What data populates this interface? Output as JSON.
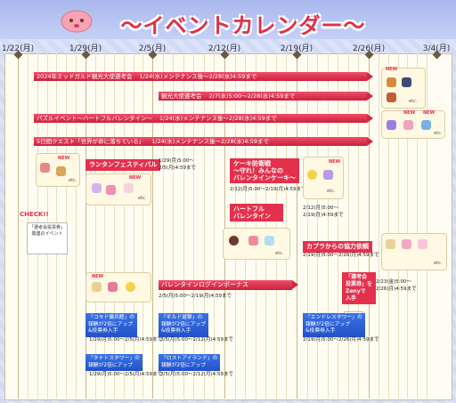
{
  "header": {
    "title": "〜イベントカレンダー〜"
  },
  "dates": [
    "1/22(月)",
    "1/29(月)",
    "2/5(月)",
    "2/12(月)",
    "2/19(月)",
    "2/26(月)",
    "3/4(月)"
  ],
  "events": {
    "e1": {
      "name": "2024年ミッドガルド観光大使選考会",
      "date": "1/24(水)メンテナンス後〜2/28(水)4:59まで"
    },
    "e2": {
      "name": "観光大使選考会",
      "date": "2/7(水)5:00〜2/28(水)4:59まで"
    },
    "e3": {
      "name": "パズルイベント〜ハートフルバレンタイン〜",
      "date": "1/24(水)メンテナンス後〜2/28(水)4:59まで"
    },
    "e4": {
      "name": "5日間クエスト「世界が命に落ちている」",
      "date": "1/24(水)メンテナンス後〜2/28(水)4:59まで"
    },
    "e5": {
      "name": "ランタンフェスティバル",
      "date1": "1/29(月)5:00〜",
      "date2": "2/5(月)4:59まで"
    },
    "e6": {
      "name": "ケーキ防衛戦\n〜守れ！みんなの\nバレンタインケーキ〜",
      "date": "2/12(月)5:00〜2/19(月)4:59まで"
    },
    "e7": {
      "name": "ハートフル\nバレンタイン",
      "date1": "2/12(月)5:00〜",
      "date2": "2/19(月)4:59まで"
    },
    "e8": {
      "name": "カプラからの協力依頼",
      "date": "2/19(月)5:00〜2/26(月)4:59まで"
    },
    "e9": {
      "name": "バレンタインログインボーナス",
      "date": "2/5(月)5:00〜2/19(月)4:59まで"
    },
    "e10": {
      "name": "「選考会\n投票券」を\nZenyで\n入手",
      "date1": "2/23(金)5:00〜",
      "date2": "2/26(月)4:59まで"
    },
    "b1": {
      "name": "「コモド傭兵館」の\n報酬が2倍にアップ\n&投票券入手",
      "date": "1/29(月)5:00〜2/5(月)4:59まで"
    },
    "b2": {
      "name": "「ギルド遊撃」の\n報酬が2倍にアップ\n&投票券入手",
      "date": "2/5(月)5:00〜2/12(月)4:59まで"
    },
    "b3": {
      "name": "「エンドレスタワー」の\n報酬が2倍にアップ\n&投票券入手",
      "date": "2/19(月)5:00〜2/26(月)4:59まで"
    },
    "b4": {
      "name": "「タナトスタワー」の\n報酬が2倍にアップ",
      "date": "1/29(月)5:00〜2/5(月)4:59まで"
    },
    "b5": {
      "name": "「ロストアイランド」の\n報酬が2倍にアップ",
      "date": "2/5(月)5:00〜2/12(月)4:59まで"
    }
  },
  "check": {
    "title": "CHECK!!",
    "text": "「選考会投票券」\n関連のイベント"
  },
  "labels": {
    "new": "NEW",
    "etc": "etc."
  },
  "colors": {
    "accent": "#e02f48",
    "blue": "#2b5fd6",
    "panel": "#fffdf1"
  }
}
